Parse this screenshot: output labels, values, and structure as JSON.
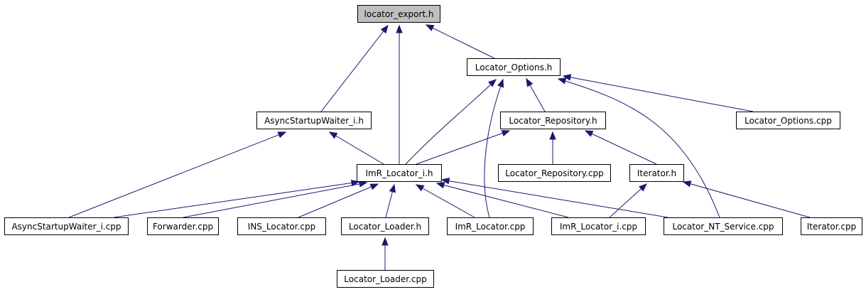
{
  "colors": {
    "edge": "#191970",
    "root_fill": "#bfbfbf",
    "node_fill": "#ffffff",
    "node_border": "#000000"
  },
  "nodes": {
    "locator_export_h": "locator_export.h",
    "locator_options_h": "Locator_Options.h",
    "asyncstartupwaiter_i_h": "AsyncStartupWaiter_i.h",
    "locator_repository_h": "Locator_Repository.h",
    "locator_options_cpp": "Locator_Options.cpp",
    "imr_locator_i_h": "ImR_Locator_i.h",
    "locator_repository_cpp": "Locator_Repository.cpp",
    "iterator_h": "Iterator.h",
    "asyncstartupwaiter_i_cpp": "AsyncStartupWaiter_i.cpp",
    "forwarder_cpp": "Forwarder.cpp",
    "ins_locator_cpp": "INS_Locator.cpp",
    "locator_loader_h": "Locator_Loader.h",
    "imr_locator_cpp": "ImR_Locator.cpp",
    "imr_locator_i_cpp": "ImR_Locator_i.cpp",
    "locator_nt_service_cpp": "Locator_NT_Service.cpp",
    "iterator_cpp": "Iterator.cpp",
    "locator_loader_cpp": "Locator_Loader.cpp"
  },
  "edges": [
    {
      "from": "locator_options_h",
      "to": "locator_export_h"
    },
    {
      "from": "asyncstartupwaiter_i_h",
      "to": "locator_export_h"
    },
    {
      "from": "imr_locator_i_h",
      "to": "locator_export_h"
    },
    {
      "from": "locator_repository_h",
      "to": "locator_options_h"
    },
    {
      "from": "locator_options_cpp",
      "to": "locator_options_h"
    },
    {
      "from": "imr_locator_i_h",
      "to": "locator_options_h"
    },
    {
      "from": "imr_locator_cpp",
      "to": "locator_options_h"
    },
    {
      "from": "locator_nt_service_cpp",
      "to": "locator_options_h"
    },
    {
      "from": "imr_locator_i_h",
      "to": "asyncstartupwaiter_i_h"
    },
    {
      "from": "asyncstartupwaiter_i_cpp",
      "to": "asyncstartupwaiter_i_h"
    },
    {
      "from": "imr_locator_i_h",
      "to": "locator_repository_h"
    },
    {
      "from": "locator_repository_cpp",
      "to": "locator_repository_h"
    },
    {
      "from": "iterator_h",
      "to": "locator_repository_h"
    },
    {
      "from": "asyncstartupwaiter_i_cpp",
      "to": "imr_locator_i_h"
    },
    {
      "from": "forwarder_cpp",
      "to": "imr_locator_i_h"
    },
    {
      "from": "ins_locator_cpp",
      "to": "imr_locator_i_h"
    },
    {
      "from": "locator_loader_h",
      "to": "imr_locator_i_h"
    },
    {
      "from": "imr_locator_cpp",
      "to": "imr_locator_i_h"
    },
    {
      "from": "imr_locator_i_cpp",
      "to": "imr_locator_i_h"
    },
    {
      "from": "locator_nt_service_cpp",
      "to": "imr_locator_i_h"
    },
    {
      "from": "imr_locator_i_cpp",
      "to": "iterator_h"
    },
    {
      "from": "iterator_cpp",
      "to": "iterator_h"
    },
    {
      "from": "locator_loader_cpp",
      "to": "locator_loader_h"
    }
  ]
}
